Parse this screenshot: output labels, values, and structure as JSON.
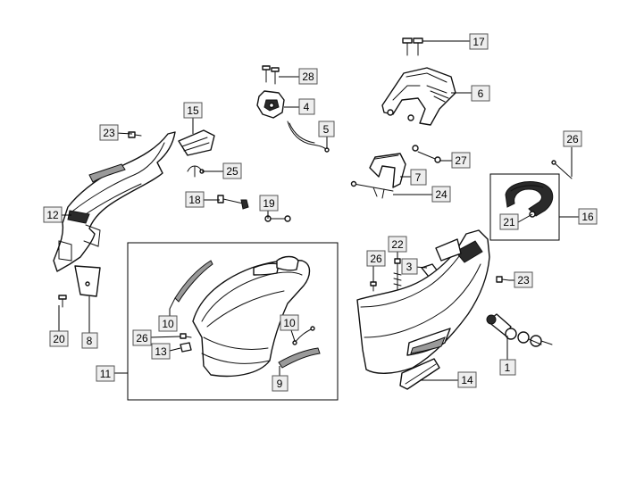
{
  "callouts": [
    {
      "id": "c17",
      "label": "17"
    },
    {
      "id": "c28",
      "label": "28"
    },
    {
      "id": "c6",
      "label": "6"
    },
    {
      "id": "c4",
      "label": "4"
    },
    {
      "id": "c15",
      "label": "15"
    },
    {
      "id": "c23a",
      "label": "23"
    },
    {
      "id": "c5",
      "label": "5"
    },
    {
      "id": "c26a",
      "label": "26"
    },
    {
      "id": "c25",
      "label": "25"
    },
    {
      "id": "c27",
      "label": "27"
    },
    {
      "id": "c7",
      "label": "7"
    },
    {
      "id": "c18",
      "label": "18"
    },
    {
      "id": "c19",
      "label": "19"
    },
    {
      "id": "c24",
      "label": "24"
    },
    {
      "id": "c12",
      "label": "12"
    },
    {
      "id": "c16",
      "label": "16"
    },
    {
      "id": "c21",
      "label": "21"
    },
    {
      "id": "c22",
      "label": "22"
    },
    {
      "id": "c26b",
      "label": "26"
    },
    {
      "id": "c3",
      "label": "3"
    },
    {
      "id": "c23b",
      "label": "23"
    },
    {
      "id": "c10a",
      "label": "10"
    },
    {
      "id": "c10b",
      "label": "10"
    },
    {
      "id": "c26c",
      "label": "26"
    },
    {
      "id": "c20",
      "label": "20"
    },
    {
      "id": "c8",
      "label": "8"
    },
    {
      "id": "c13",
      "label": "13"
    },
    {
      "id": "c1",
      "label": "1"
    },
    {
      "id": "c11",
      "label": "11"
    },
    {
      "id": "c9",
      "label": "9"
    },
    {
      "id": "c14",
      "label": "14"
    }
  ]
}
